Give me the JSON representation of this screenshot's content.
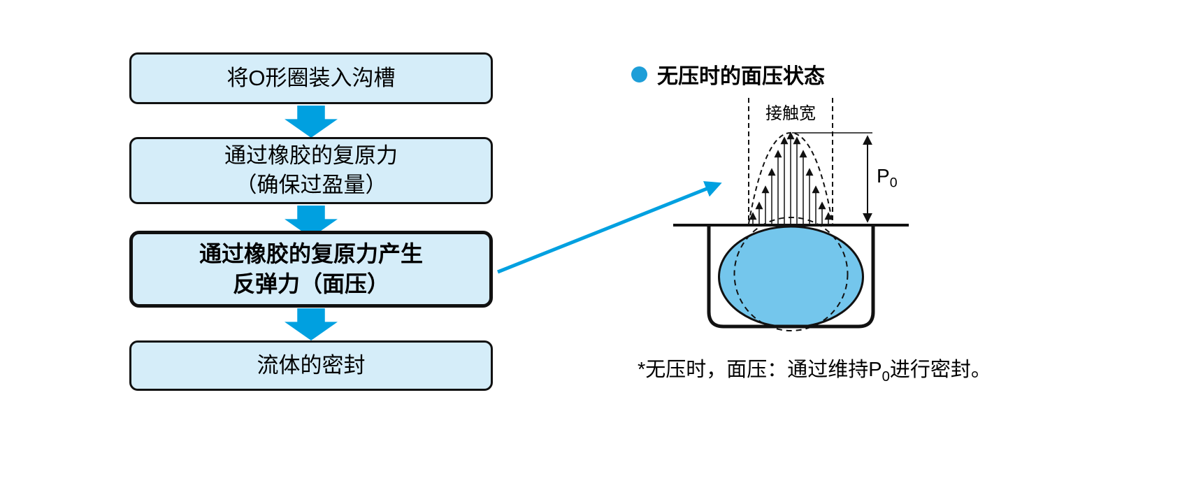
{
  "flowchart": {
    "steps": [
      {
        "lines": [
          "将O形圈装入沟槽"
        ]
      },
      {
        "lines": [
          "通过橡胶的复原力",
          "（确保过盈量）"
        ]
      },
      {
        "lines": [
          "通过橡胶的复原力产生",
          "反弹力（面压）"
        ],
        "emphasis": true
      },
      {
        "lines": [
          "流体的密封"
        ]
      }
    ]
  },
  "diagram": {
    "bullet": "circle-bullet",
    "title": "无压时的面压状态",
    "contact_width_label": "接触宽",
    "pressure_symbol": "P",
    "pressure_subscript": "0",
    "footnote_prefix": "*无压时，面压：通过维持P",
    "footnote_subscript": "0",
    "footnote_suffix": "进行密封。"
  },
  "colors": {
    "accent_blue": "#00a0e0",
    "box_fill": "#d5edf9",
    "oring_fill": "#74c6ec",
    "title_dot": "#1e9ed8",
    "line_black": "#111111"
  }
}
